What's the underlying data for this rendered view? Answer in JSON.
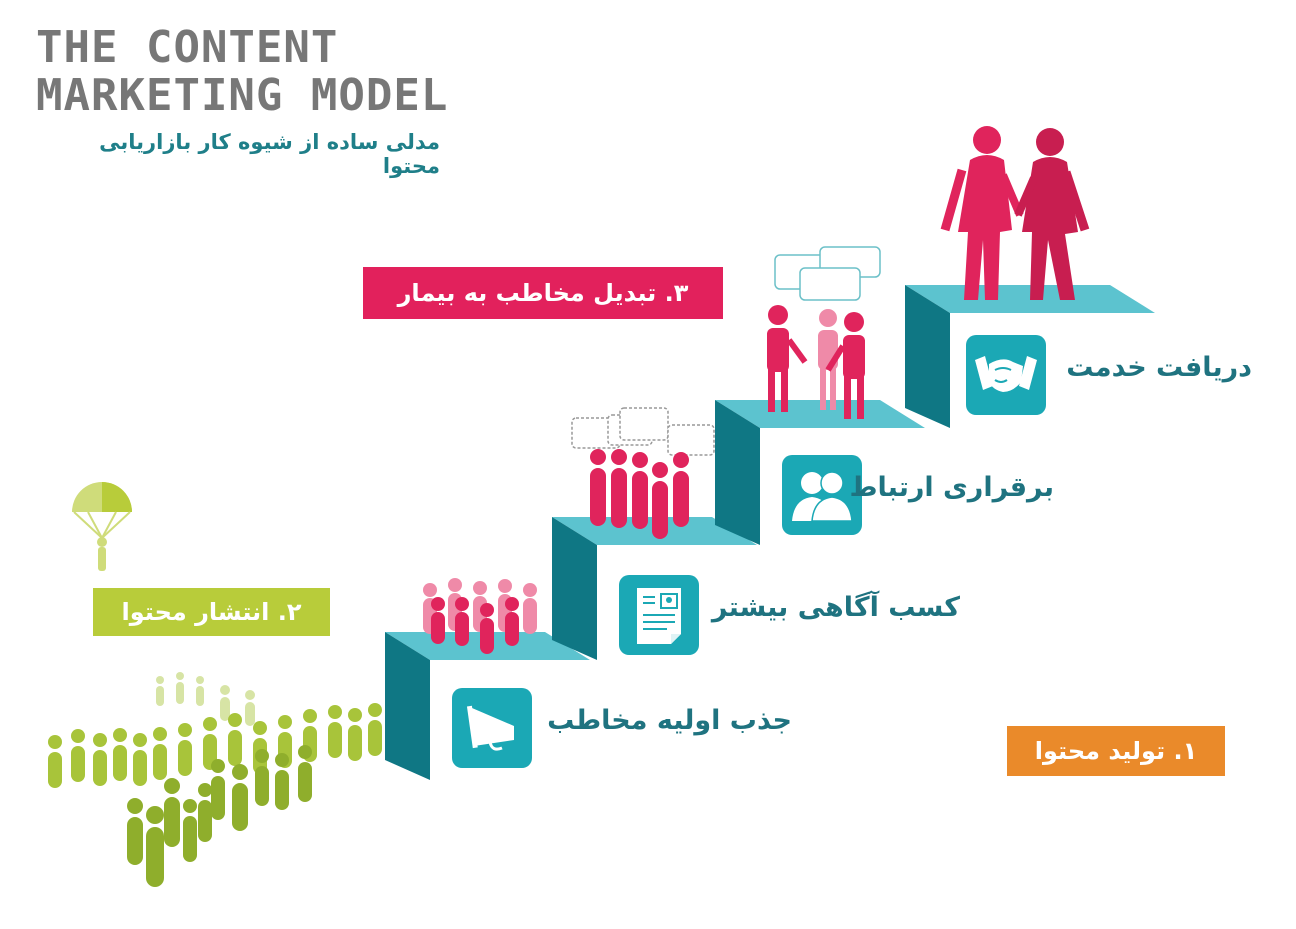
{
  "header": {
    "title_line1": "THE CONTENT",
    "title_line2": "MARKETING MODEL",
    "subtitle": "مدلی ساده از شیوه کار بازاریابی محتوا"
  },
  "phases": [
    {
      "label": "۱. تولید محتوا",
      "color": "#ea8a2a"
    },
    {
      "label": "۲. انتشار محتوا",
      "color": "#b8cc3a"
    },
    {
      "label": "۳. تبدیل مخاطب به بیمار",
      "color": "#e2215c"
    }
  ],
  "steps": [
    {
      "label": "جذب اولیه مخاطب",
      "icon": "megaphone-icon"
    },
    {
      "label": "کسب آگاهی بیشتر",
      "icon": "document-profile-icon"
    },
    {
      "label": "برقراری ارتباط",
      "icon": "two-users-icon"
    },
    {
      "label": "دریافت خدمت",
      "icon": "handshake-icon"
    }
  ],
  "colors": {
    "step_top": "#5cc3cf",
    "step_side": "#0f7784",
    "tile": "#1ba8b5",
    "people_red": "#e0245c",
    "people_pink": "#ef8aa8",
    "crowd_green": "#a8c43a"
  }
}
